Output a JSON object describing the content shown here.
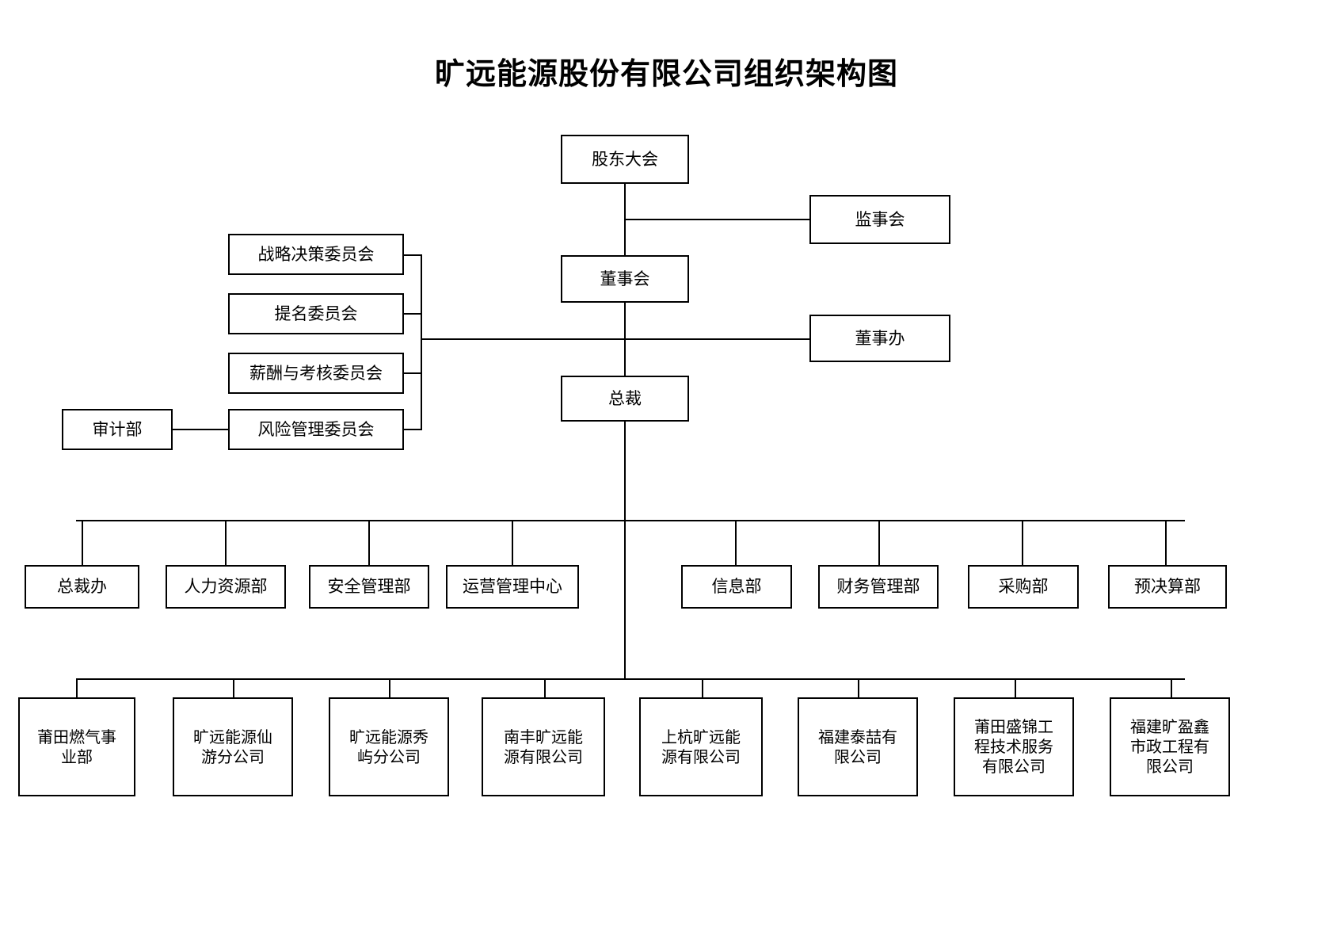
{
  "title": "旷远能源股份有限公司组织架构图",
  "chart_data": {
    "type": "diagram",
    "title": "旷远能源股份有限公司组织架构图",
    "diagram_kind": "organizational-chart",
    "orientation": "top-down"
  },
  "governance": {
    "shareholders_meeting": "股东大会",
    "board_of_supervisors": "监事会",
    "board_of_directors": "董事会",
    "board_office": "董事办",
    "president": "总裁"
  },
  "committees": [
    {
      "label": "战略决策委员会"
    },
    {
      "label": "提名委员会"
    },
    {
      "label": "薪酬与考核委员会"
    },
    {
      "label": "风险管理委员会"
    }
  ],
  "audit": {
    "label": "审计部"
  },
  "departments": [
    {
      "label": "总裁办"
    },
    {
      "label": "人力资源部"
    },
    {
      "label": "安全管理部"
    },
    {
      "label": "运营管理中心"
    },
    {
      "label": "信息部"
    },
    {
      "label": "财务管理部"
    },
    {
      "label": "采购部"
    },
    {
      "label": "预决算部"
    }
  ],
  "subsidiaries": [
    {
      "label": "莆田燃气事\n业部"
    },
    {
      "label": "旷远能源仙\n游分公司"
    },
    {
      "label": "旷远能源秀\n屿分公司"
    },
    {
      "label": "南丰旷远能\n源有限公司"
    },
    {
      "label": "上杭旷远能\n源有限公司"
    },
    {
      "label": "福建泰喆有\n限公司"
    },
    {
      "label": "莆田盛锦工\n程技术服务\n有限公司"
    },
    {
      "label": "福建旷盈鑫\n市政工程有\n限公司"
    }
  ],
  "colors": {
    "line": "#000000",
    "box_fill": "#ffffff",
    "text": "#000000"
  }
}
